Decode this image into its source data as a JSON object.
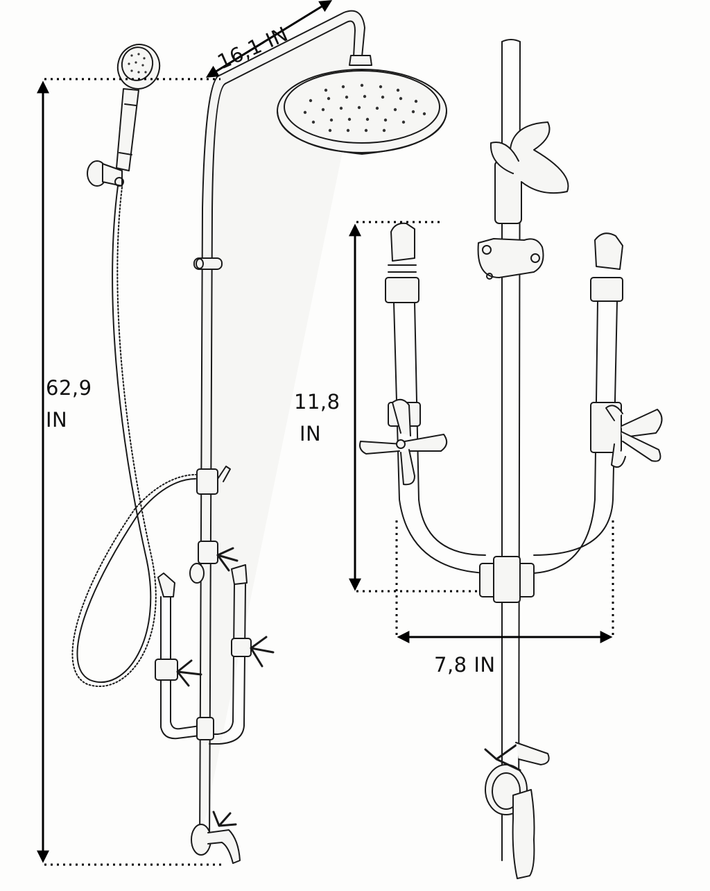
{
  "dimensions": {
    "total_height": {
      "value": "62,9",
      "unit": "IN"
    },
    "arm_length": {
      "text": "16,1 IN"
    },
    "valve_height": {
      "value": "11,8",
      "unit": "IN"
    },
    "valve_width": {
      "text": "7,8 IN"
    }
  },
  "colors": {
    "line": "#1a1a1a",
    "metal_fill": "#f6f6f4",
    "background": "#fdfdfc"
  }
}
